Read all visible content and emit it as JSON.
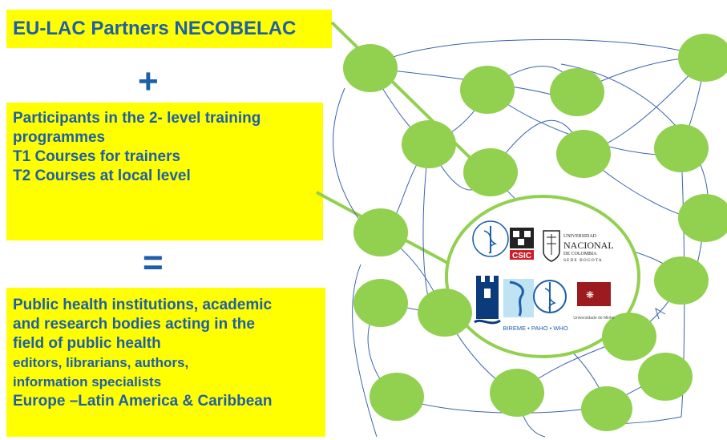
{
  "boxes": {
    "partners": "EU-LAC Partners NECOBELAC",
    "participants_lines": [
      "Participants in the 2- level training",
      "programmes",
      "T1 Courses for trainers",
      "T2 Courses  at local level"
    ],
    "public_lines_big": [
      "Public health institutions, academic",
      "and research bodies acting in the",
      "field of public health"
    ],
    "public_lines_small": [
      "editors, librarians, authors,",
      "information specialists"
    ],
    "public_last": "Europe –Latin America  & Caribbean"
  },
  "operators": {
    "plus": "+",
    "equals": "="
  },
  "logos": {
    "csic": "CSIC",
    "unal_line1": "UNIVERSIDAD",
    "unal_line2": "NACIONAL",
    "unal_line3": "DE COLOMBIA",
    "unal_line4": "SEDE BOGOTA",
    "bireme": "BIREME • PAHO • WHO",
    "minho": "Universidade do Minho"
  },
  "colors": {
    "box_fill": "#ffff00",
    "text": "#1f5fa8",
    "node_fill": "#92d050",
    "edge": "#3b64b0",
    "ring": "#92d050"
  }
}
